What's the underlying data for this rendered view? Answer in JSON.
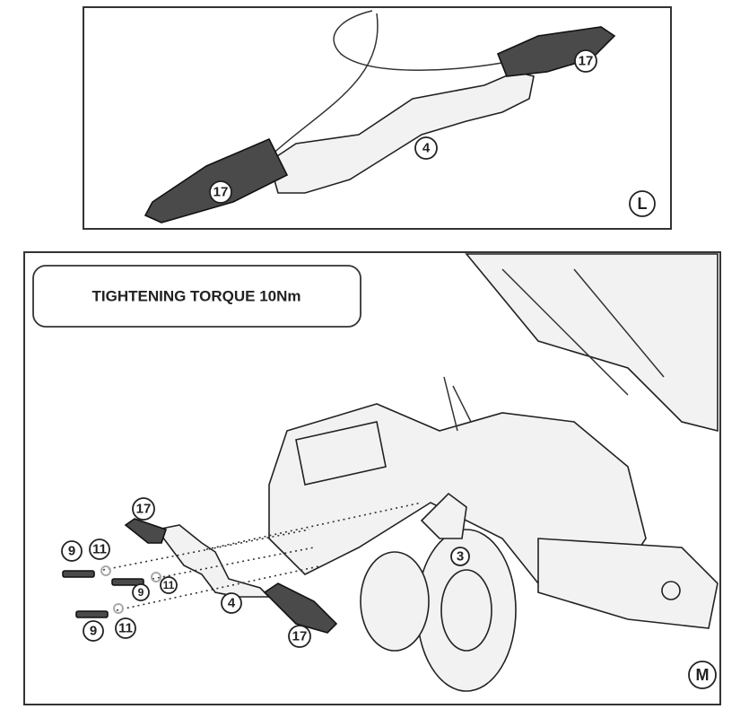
{
  "panel_l": {
    "label": "L",
    "callouts": {
      "indicator_right": "17",
      "bracket": "4",
      "indicator_left": "17"
    }
  },
  "panel_m": {
    "label": "M",
    "torque_note": "TIGHTENING TORQUE 10Nm",
    "callouts": {
      "indicator_top": "17",
      "screw_1": "9",
      "washer_1": "11",
      "screw_2": "9",
      "washer_2": "11",
      "screw_3": "9",
      "washer_3": "11",
      "bracket": "4",
      "indicator_bottom": "17",
      "mount_plate": "3"
    }
  }
}
